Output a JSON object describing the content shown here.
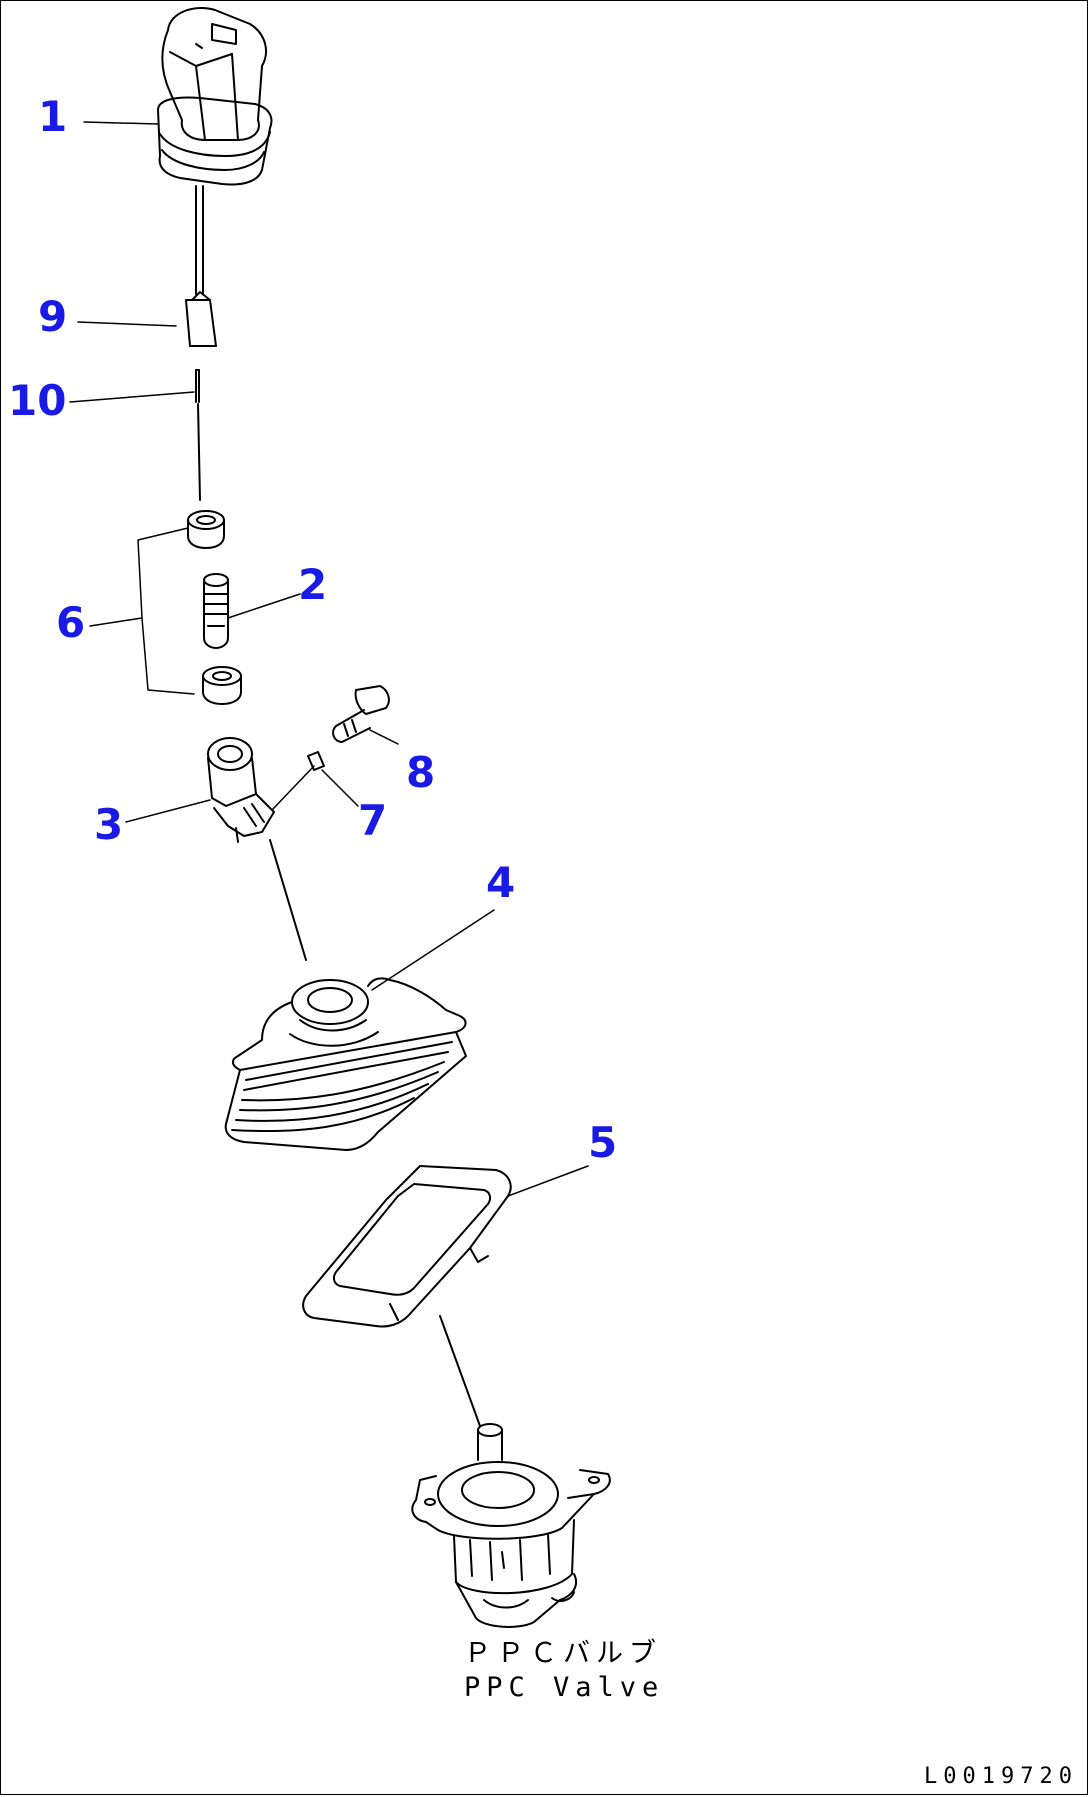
{
  "callouts": [
    {
      "id": "1",
      "label": "1"
    },
    {
      "id": "2",
      "label": "2"
    },
    {
      "id": "3",
      "label": "3"
    },
    {
      "id": "4",
      "label": "4"
    },
    {
      "id": "5",
      "label": "5"
    },
    {
      "id": "6",
      "label": "6"
    },
    {
      "id": "7",
      "label": "7"
    },
    {
      "id": "8",
      "label": "8"
    },
    {
      "id": "9",
      "label": "9"
    },
    {
      "id": "10",
      "label": "10"
    }
  ],
  "caption": {
    "japanese": "ＰＰＣバルブ",
    "english": "PPC Valve"
  },
  "drawing_ref": "L0019720",
  "colors": {
    "callout": "#1a1ae6",
    "line": "#000000",
    "background": "#ffffff"
  }
}
